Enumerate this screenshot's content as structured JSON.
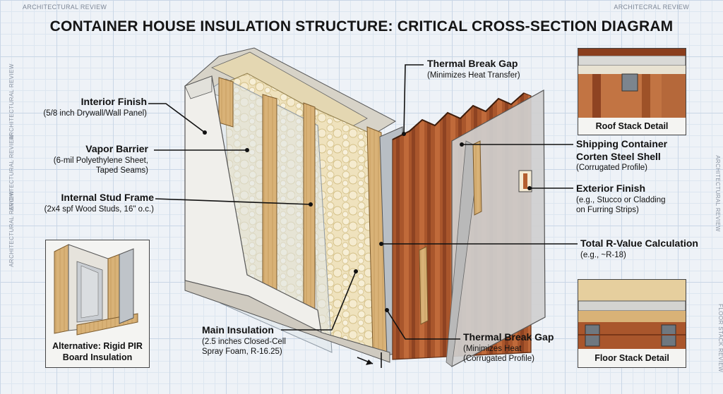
{
  "header": {
    "left_tag": "ARCHITECTURAL REVIEW",
    "right_tag": "ARCHITECRAL REVIEW",
    "title": "CONTAINER HOUSE INSULATION STRUCTURE: CRITICAL CROSS-SECTION DIAGRAM"
  },
  "side_text": {
    "left_upper": "ARCHITECTURAL REVIEW",
    "left_mid": "ARCHITECTURAL REVIEW",
    "left_lower": "ARCHITECTURAL REVIEW",
    "right_mid": "ARCHITECTURAL REVIEW",
    "right_lower": "FLOOR STACK REVIEW"
  },
  "labels": {
    "interior_finish": {
      "title": "Interior Finish",
      "detail": "(5/8 inch Drywall/Wall Panel)"
    },
    "vapor_barrier": {
      "title": "Vapor Barrier",
      "detail_1": "(6-mil Polyethylene Sheet,",
      "detail_2": "Taped Seams)"
    },
    "stud_frame": {
      "title": "Internal Stud Frame",
      "detail": "(2x4 spf Wood Studs, 16\" o.c.)"
    },
    "thermal_break_top": {
      "title": "Thermal Break Gap",
      "detail": "(Minimizes Heat Transfer)"
    },
    "steel_shell": {
      "title_1": "Shipping Container",
      "title_2": "Corten Steel Shell",
      "detail": "(Corrugated Profile)"
    },
    "exterior_finish": {
      "title": "Exterior Finish",
      "detail_1": "(e.g., Stucco or Cladding",
      "detail_2": "on Furring Strips)"
    },
    "r_value": {
      "title": "Total R-Value Calculation",
      "detail": "(e.g., ~R-18)"
    },
    "main_insulation": {
      "title": "Main Insulation",
      "detail_1": "(2.5 inches Closed-Cell",
      "detail_2": "Spray Foam, R-16.25)"
    },
    "thermal_break_bottom": {
      "title": "Thermal Break Gap",
      "detail_1": "(Minimizes Heat",
      "detail_2": "(Corrugated Profile)"
    }
  },
  "insets": {
    "rigid_pir": {
      "caption_1": "Alternative: Rigid PIR",
      "caption_2": "Board Insulation"
    },
    "roof_stack": {
      "caption": "Roof Stack Detail"
    },
    "floor_stack": {
      "caption": "Floor Stack Detail"
    }
  }
}
